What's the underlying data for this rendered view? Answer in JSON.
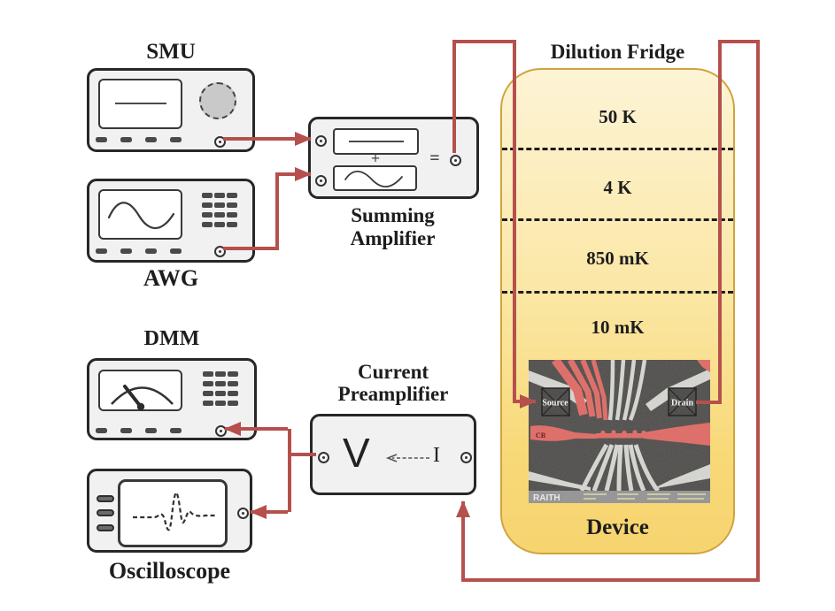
{
  "colors": {
    "wire": "#b5504d",
    "panel_fill": "#f1f1f1",
    "panel_border": "#272727",
    "fridge_border": "#cfa43e",
    "fridge_fill_top": "#fdf4d6",
    "fridge_fill_bottom": "#f6d470",
    "sem_background": "#4b4a48",
    "sem_red": "#dd6661",
    "sem_electrode": "#d2d2cf"
  },
  "instruments": {
    "smu": {
      "label": "SMU"
    },
    "awg": {
      "label": "AWG"
    },
    "summing_amplifier": {
      "label_line1": "Summing",
      "label_line2": "Amplifier",
      "plus_sign": "+",
      "equals_sign": "="
    },
    "dmm": {
      "label": "DMM"
    },
    "oscilloscope": {
      "label": "Oscilloscope"
    },
    "current_preamplifier": {
      "label_line1": "Current",
      "label_line2": "Preamplifier",
      "voltage_symbol": "V",
      "current_symbol": "I"
    }
  },
  "fridge": {
    "title": "Dilution Fridge",
    "stages": [
      {
        "label": "50 K"
      },
      {
        "label": "4 K"
      },
      {
        "label": "850 mK"
      },
      {
        "label": "10 mK"
      }
    ],
    "device": {
      "label": "Device",
      "source_pad": "Source",
      "drain_pad": "Drain",
      "barrier_gate": "CB",
      "sem_watermark": "RAITH"
    }
  }
}
